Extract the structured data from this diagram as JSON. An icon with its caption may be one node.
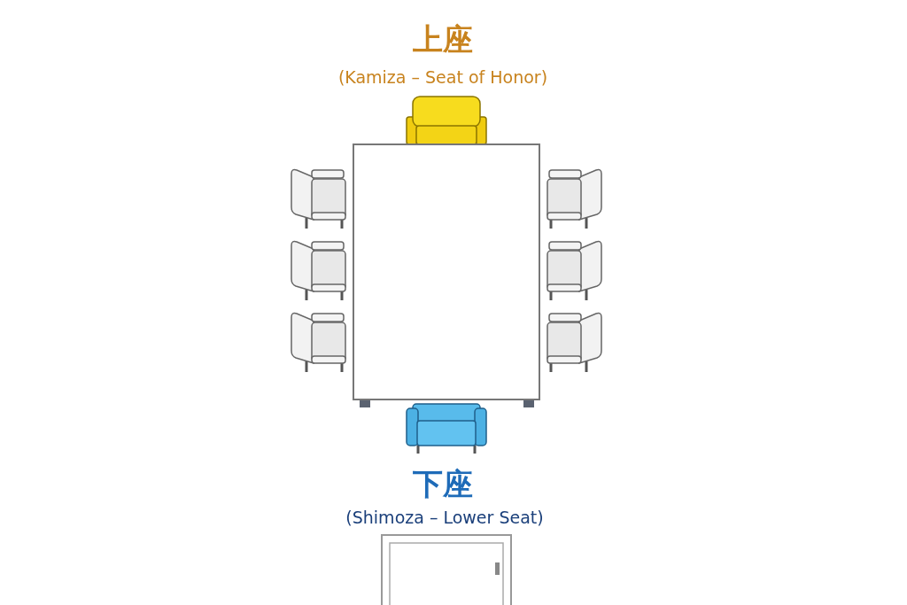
{
  "diagram": {
    "labels": [
      "上座",
      "(Kamiza – Seat of Honor)",
      "下座",
      "(Shimoza – Lower Seat)"
    ]
  }
}
